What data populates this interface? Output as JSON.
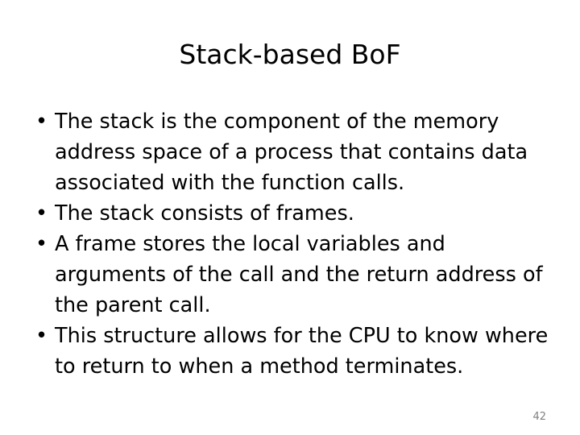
{
  "slide": {
    "title": "Stack-based BoF",
    "background_color": "#ffffff",
    "text_color": "#000000",
    "bullet_marker": "•",
    "bullets": [
      {
        "text": "The stack is the component of the memory address space of a process that contains data associated with the function calls."
      },
      {
        "text": "The stack consists of frames."
      },
      {
        "text": "A frame stores the local variables and arguments of the call and the return address of the parent call."
      },
      {
        "text": "This structure allows for the CPU to know where to return to when a method terminates."
      }
    ],
    "page_number": "42",
    "page_number_color": "#808080"
  }
}
